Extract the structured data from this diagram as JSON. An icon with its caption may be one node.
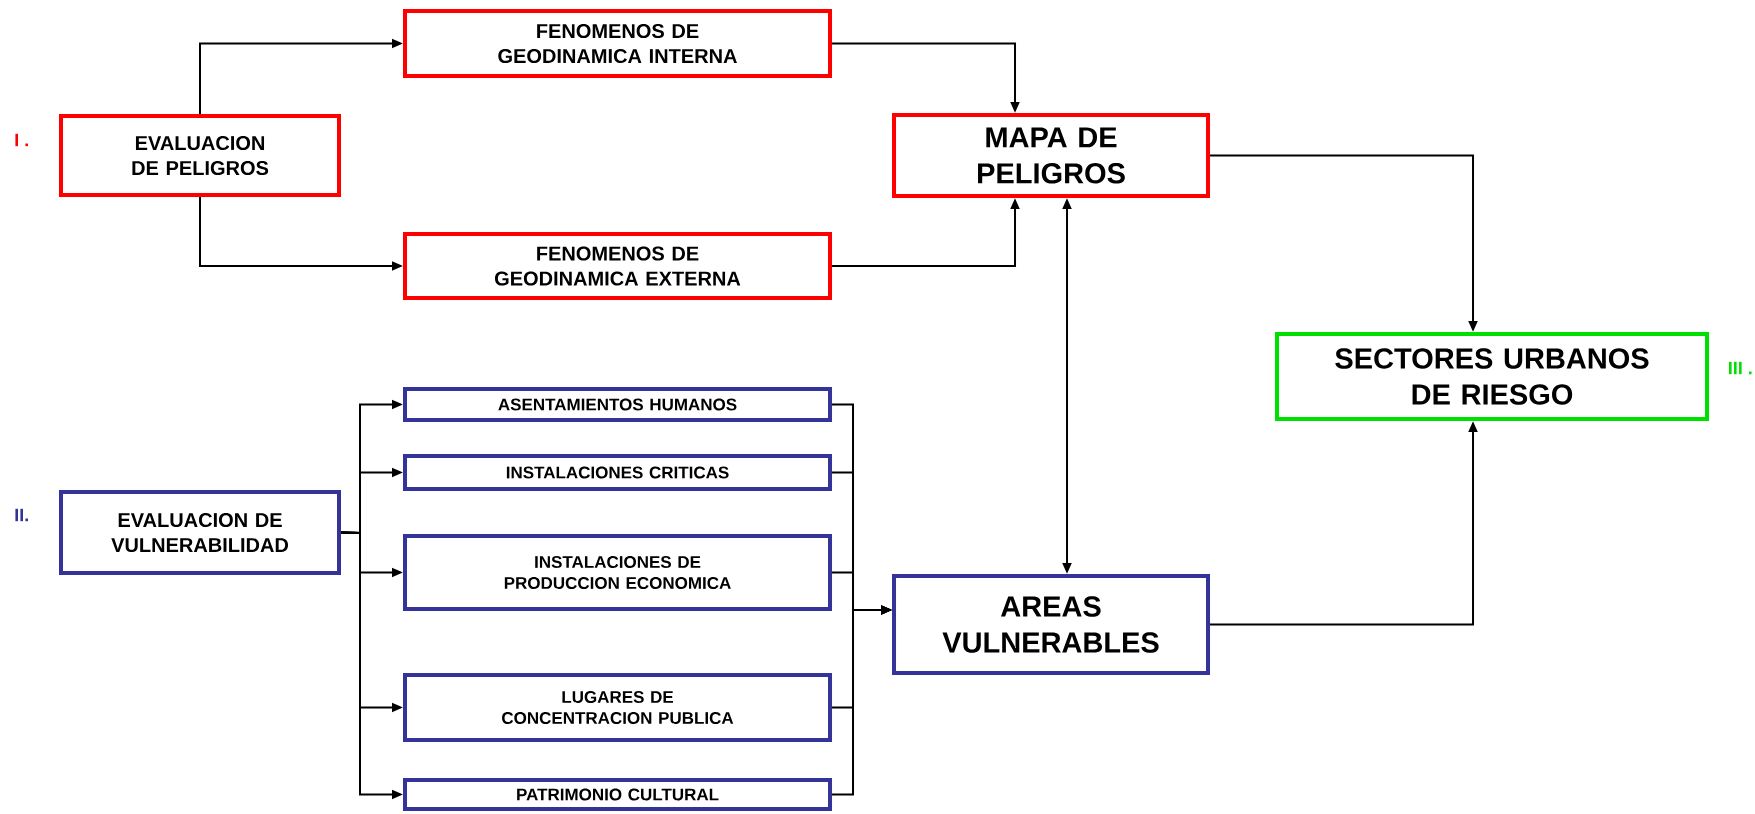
{
  "diagram": {
    "nodes": [
      {
        "text": [
          "EVALUACION DE PELIGROS"
        ]
      },
      {
        "text": [
          "FENOMENOS DE GEODINAMICA INTERNA"
        ]
      },
      {
        "text": [
          "FENOMENOS DE GEODINAMICA EXTERNA"
        ]
      },
      {
        "text": [
          "MAPA DE PELIGROS"
        ]
      },
      {
        "text": [
          "SECTORES URBANOS DE RIESGO"
        ]
      },
      {
        "text": [
          "EVALUACION DE VULNERABILIDAD"
        ]
      },
      {
        "text": [
          "ASENTAMIENTOS HUMANOS"
        ]
      },
      {
        "text": [
          "INSTALACIONES CRITICAS"
        ]
      },
      {
        "text": [
          "INSTALACIONES DE PRODUCCION ECONOMICA"
        ]
      },
      {
        "text": [
          "LUGARES DE CONCENTRACION PUBLICA"
        ]
      },
      {
        "text": [
          "PATRIMONIO CULTURAL"
        ]
      },
      {
        "text": [
          "AREAS VULNERABLES"
        ]
      }
    ],
    "edges": [
      {
        "from": 0,
        "to": 1,
        "arrow": "to"
      },
      {
        "from": 0,
        "to": 2,
        "arrow": "to"
      },
      {
        "from": 1,
        "to": 3,
        "arrow": "to"
      },
      {
        "from": 2,
        "to": 3,
        "arrow": "to"
      },
      {
        "from": 3,
        "to": 4,
        "arrow": "to"
      },
      {
        "from": 3,
        "to": 11,
        "arrow": "both"
      },
      {
        "from": 11,
        "to": 4,
        "arrow": "to"
      },
      {
        "from": 5,
        "to": 6,
        "arrow": "to"
      },
      {
        "from": 5,
        "to": 7,
        "arrow": "to"
      },
      {
        "from": 5,
        "to": 8,
        "arrow": "to"
      },
      {
        "from": 5,
        "to": 9,
        "arrow": "to"
      },
      {
        "from": 5,
        "to": 10,
        "arrow": "to"
      },
      {
        "from": 6,
        "to": 11,
        "arrow": "to"
      },
      {
        "from": 7,
        "to": 11,
        "arrow": "to"
      },
      {
        "from": 8,
        "to": 11,
        "arrow": "to"
      },
      {
        "from": 9,
        "to": 11,
        "arrow": "to"
      },
      {
        "from": 10,
        "to": 11,
        "arrow": "to"
      }
    ],
    "labels": [
      "I .",
      "II.",
      "III ."
    ]
  }
}
